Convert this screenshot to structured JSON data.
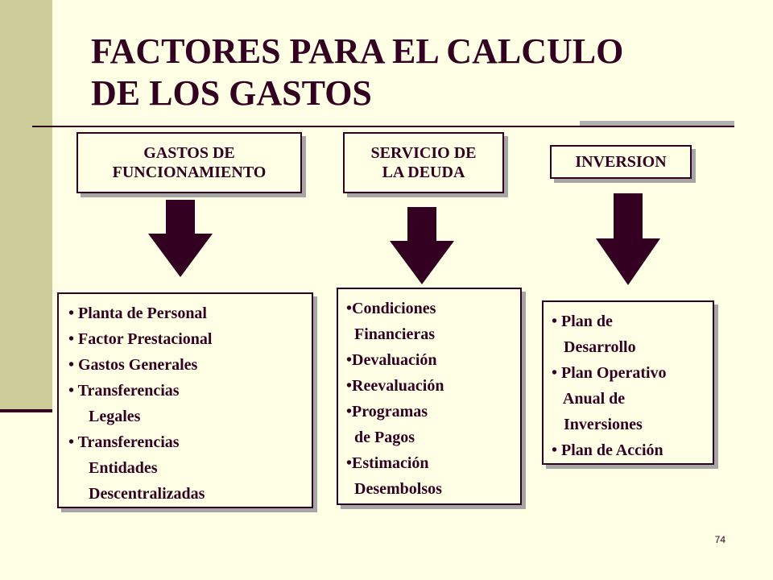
{
  "title": "FACTORES PARA EL CALCULO\nDE LOS GASTOS",
  "columns": [
    {
      "header": "GASTOS DE\nFUNCIONAMIENTO",
      "items": [
        "• Planta de Personal",
        "• Factor Prestacional",
        "• Gastos Generales",
        "• Transferencias",
        "     Legales",
        "• Transferencias",
        "     Entidades",
        "     Descentralizadas"
      ]
    },
    {
      "header": "SERVICIO DE\nLA DEUDA",
      "items": [
        "•Condiciones",
        "  Financieras",
        "•Devaluación",
        "•Reevaluación",
        "•Programas",
        "  de Pagos",
        "•Estimación",
        "  Desembolsos"
      ]
    },
    {
      "header": "INVERSION",
      "items": [
        "• Plan de",
        "   Desarrollo",
        "• Plan Operativo",
        "   Anual de",
        "   Inversiones",
        "• Plan de Acción"
      ]
    }
  ],
  "page_number": "74",
  "colors": {
    "text": "#330022",
    "background": "#ffffe6",
    "sidebar": "#cccc99",
    "shadow": "#a6a6a6"
  }
}
